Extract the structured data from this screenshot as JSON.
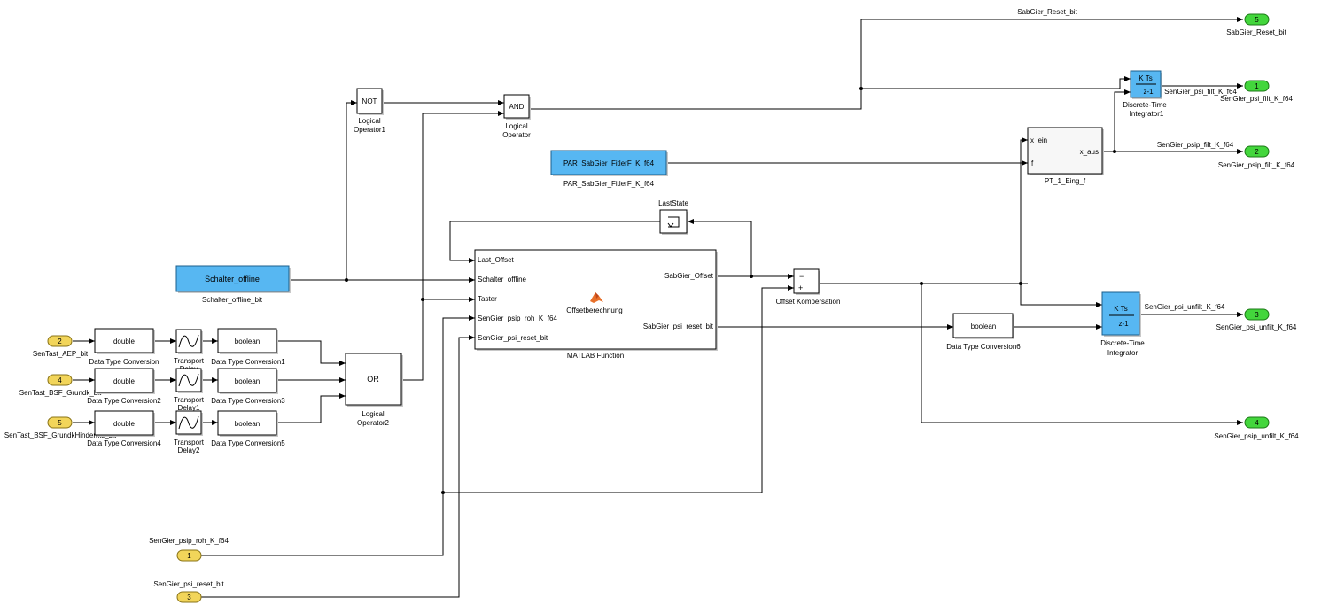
{
  "inports": {
    "in2": {
      "num": "2",
      "label": "SenTast_AEP_bit"
    },
    "in4": {
      "num": "4",
      "label": "SenTast_BSF_Grundk_bit"
    },
    "in5": {
      "num": "5",
      "label": "SenTast_BSF_GrundkHindernis_bit"
    },
    "in1": {
      "num": "1",
      "label": "SenGier_psip_roh_K_f64"
    },
    "in3": {
      "num": "3",
      "label": "SenGier_psi_reset_bit"
    }
  },
  "outports": {
    "out5": {
      "num": "5",
      "label": "SabGier_Reset_bit",
      "signal": "SabGier_Reset_bit"
    },
    "out1": {
      "num": "1",
      "label": "SenGier_psi_filt_K_f64",
      "signal": "SenGier_psi_filt_K_f64"
    },
    "out2": {
      "num": "2",
      "label": "SenGier_psip_filt_K_f64",
      "signal": "SenGier_psip_filt_K_f64"
    },
    "out3": {
      "num": "3",
      "label": "SenGier_psi_unfilt_K_f64",
      "signal": "SenGier_psi_unfilt_K_f64"
    },
    "out4": {
      "num": "4",
      "label": "SenGier_psip_unfilt_K_f64"
    }
  },
  "blocks": {
    "dtc0": {
      "text": "double",
      "label": "Data Type Conversion"
    },
    "dtc2": {
      "text": "double",
      "label": "Data Type Conversion2"
    },
    "dtc4": {
      "text": "double",
      "label": "Data Type Conversion4"
    },
    "dtc1": {
      "text": "boolean",
      "label": "Data Type Conversion1"
    },
    "dtc3": {
      "text": "boolean",
      "label": "Data Type Conversion3"
    },
    "dtc5": {
      "text": "boolean",
      "label": "Data Type Conversion5"
    },
    "dtc6": {
      "text": "boolean",
      "label": "Data Type Conversion6"
    },
    "td0": {
      "label1": "Transport",
      "label2": "Delay"
    },
    "td1": {
      "label1": "Transport",
      "label2": "Delay1"
    },
    "td2": {
      "label1": "Transport",
      "label2": "Delay2"
    },
    "or": {
      "text": "OR",
      "label1": "Logical",
      "label2": "Operator2"
    },
    "not": {
      "text": "NOT",
      "label1": "Logical",
      "label2": "Operator1"
    },
    "and": {
      "text": "AND",
      "label1": "Logical",
      "label2": "Operator"
    },
    "schalter": {
      "text": "Schalter_offline",
      "label": "Schalter_offline_bit"
    },
    "par": {
      "text": "PAR_SabGier_FitlerF_K_f64",
      "label": "PAR_SabGier_FitlerF_K_f64"
    },
    "laststate": {
      "label": "LastState"
    },
    "matlab": {
      "label": "MATLAB Function",
      "center": "Offsetberechnung",
      "in_ports": [
        "Last_Offset",
        "Schalter_offline",
        "Taster",
        "SenGier_psip_roh_K_f64",
        "SenGier_psi_reset_bit"
      ],
      "out_ports": [
        "SabGier_Offset",
        "SabGier_psi_reset_bit"
      ]
    },
    "sum": {
      "minus": "−",
      "plus": "+",
      "label": "Offset Kompersation"
    },
    "pt1": {
      "in1": "x_ein",
      "in2": "f",
      "out": "x_aus",
      "label": "PT_1_Eing_f"
    },
    "integ1": {
      "num": "K Ts",
      "den": "z-1",
      "label1": "Discrete-Time",
      "label2": "Integrator1"
    },
    "integ": {
      "num": "K Ts",
      "den": "z-1",
      "label1": "Discrete-Time",
      "label2": "Integrator"
    }
  },
  "colors": {
    "inport": "#f2d55a",
    "outport": "#43d63c",
    "block_blue": "#57b7f2",
    "matlab_icon": "#e8702a"
  }
}
